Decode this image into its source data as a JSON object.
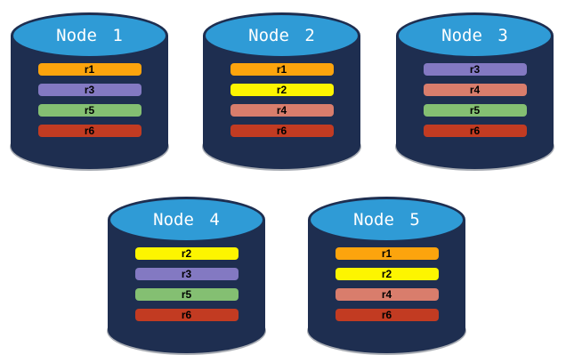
{
  "colors": {
    "background": "#FFFFFF",
    "cylinder_body": "#1E2E50",
    "cylinder_top": "#2F9BD6",
    "title_text": "#FFFFFF",
    "bar_text": "#000000"
  },
  "replica_colors": {
    "r1": "#FCA40D",
    "r2": "#FDF500",
    "r3": "#8379C2",
    "r4": "#D97D6C",
    "r5": "#84BF72",
    "r6": "#C23B22"
  },
  "nodes": [
    {
      "title": "Node 1",
      "replicas": [
        "r1",
        "r3",
        "r5",
        "r6"
      ]
    },
    {
      "title": "Node 2",
      "replicas": [
        "r1",
        "r2",
        "r4",
        "r6"
      ]
    },
    {
      "title": "Node 3",
      "replicas": [
        "r3",
        "r4",
        "r5",
        "r6"
      ]
    },
    {
      "title": "Node 4",
      "replicas": [
        "r2",
        "r3",
        "r5",
        "r6"
      ]
    },
    {
      "title": "Node 5",
      "replicas": [
        "r1",
        "r2",
        "r4",
        "r6"
      ]
    }
  ]
}
